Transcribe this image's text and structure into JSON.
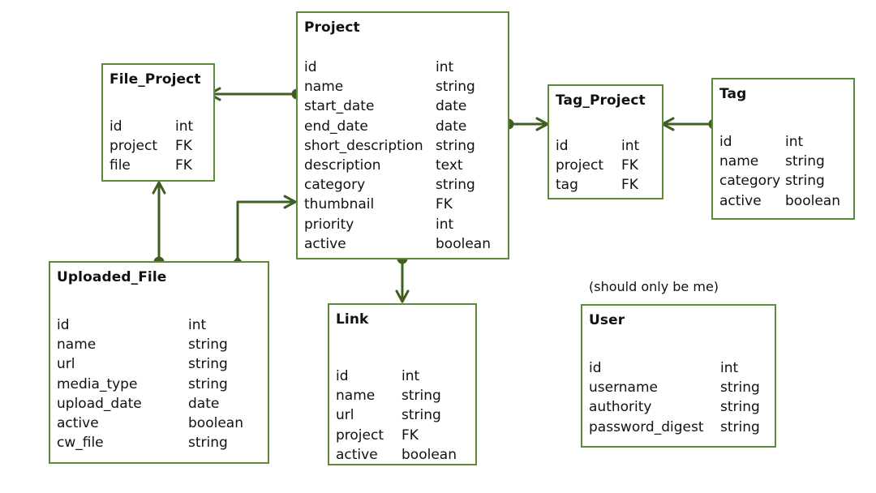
{
  "entities": {
    "project": {
      "name": "Project",
      "fields": [
        {
          "name": "id",
          "type": "int"
        },
        {
          "name": "name",
          "type": "string"
        },
        {
          "name": "start_date",
          "type": "date"
        },
        {
          "name": "end_date",
          "type": "date"
        },
        {
          "name": "short_description",
          "type": "string"
        },
        {
          "name": "description",
          "type": "text"
        },
        {
          "name": "category",
          "type": "string"
        },
        {
          "name": "thumbnail",
          "type": "FK"
        },
        {
          "name": "priority",
          "type": "int"
        },
        {
          "name": "active",
          "type": "boolean"
        }
      ]
    },
    "file_project": {
      "name": "File_Project",
      "fields": [
        {
          "name": "id",
          "type": "int"
        },
        {
          "name": "project",
          "type": "FK"
        },
        {
          "name": "file",
          "type": "FK"
        }
      ]
    },
    "tag_project": {
      "name": "Tag_Project",
      "fields": [
        {
          "name": "id",
          "type": "int"
        },
        {
          "name": "project",
          "type": "FK"
        },
        {
          "name": "tag",
          "type": "FK"
        }
      ]
    },
    "tag": {
      "name": "Tag",
      "fields": [
        {
          "name": "id",
          "type": "int"
        },
        {
          "name": "name",
          "type": "string"
        },
        {
          "name": "category",
          "type": "string"
        },
        {
          "name": "active",
          "type": "boolean"
        }
      ]
    },
    "uploaded_file": {
      "name": "Uploaded_File",
      "fields": [
        {
          "name": "id",
          "type": "int"
        },
        {
          "name": "name",
          "type": "string"
        },
        {
          "name": "url",
          "type": "string"
        },
        {
          "name": "media_type",
          "type": "string"
        },
        {
          "name": "upload_date",
          "type": "date"
        },
        {
          "name": "active",
          "type": "boolean"
        },
        {
          "name": "cw_file",
          "type": "string"
        }
      ]
    },
    "link": {
      "name": "Link",
      "fields": [
        {
          "name": "id",
          "type": "int"
        },
        {
          "name": "name",
          "type": "string"
        },
        {
          "name": "url",
          "type": "string"
        },
        {
          "name": "project",
          "type": "FK"
        },
        {
          "name": "active",
          "type": "boolean"
        }
      ]
    },
    "user": {
      "name": "User",
      "fields": [
        {
          "name": "id",
          "type": "int"
        },
        {
          "name": "username",
          "type": "string"
        },
        {
          "name": "authority",
          "type": "string"
        },
        {
          "name": "password_digest",
          "type": "string"
        }
      ]
    }
  },
  "notes": {
    "user_note": "(should only be me)"
  },
  "colors": {
    "box_border": "#5b8a3a",
    "connector": "#3f5f22"
  }
}
